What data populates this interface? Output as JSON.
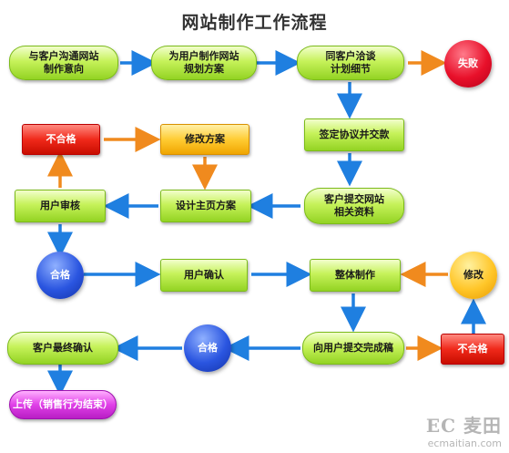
{
  "title": "网站制作工作流程",
  "nodes": {
    "n1": "与客户沟通网站\n制作意向",
    "n2": "为用户制作网站\n规划方案",
    "n3": "同客户洽谈\n计划细节",
    "n4": "失败",
    "n5": "签定协议并交款",
    "n6": "客户提交网站\n相关资料",
    "n7": "设计主页方案",
    "n8": "用户审核",
    "n9": "不合格",
    "n10": "修改方案",
    "n11": "合格",
    "n12": "用户确认",
    "n13": "整体制作",
    "n14": "修改",
    "n15": "向用户提交完成稿",
    "n16": "不合格",
    "n17": "合格",
    "n18": "客户最终确认",
    "n19": "上传（销售行为结束）"
  },
  "watermark": {
    "logo": "EC 麦田",
    "url": "ecmaitian.com"
  }
}
